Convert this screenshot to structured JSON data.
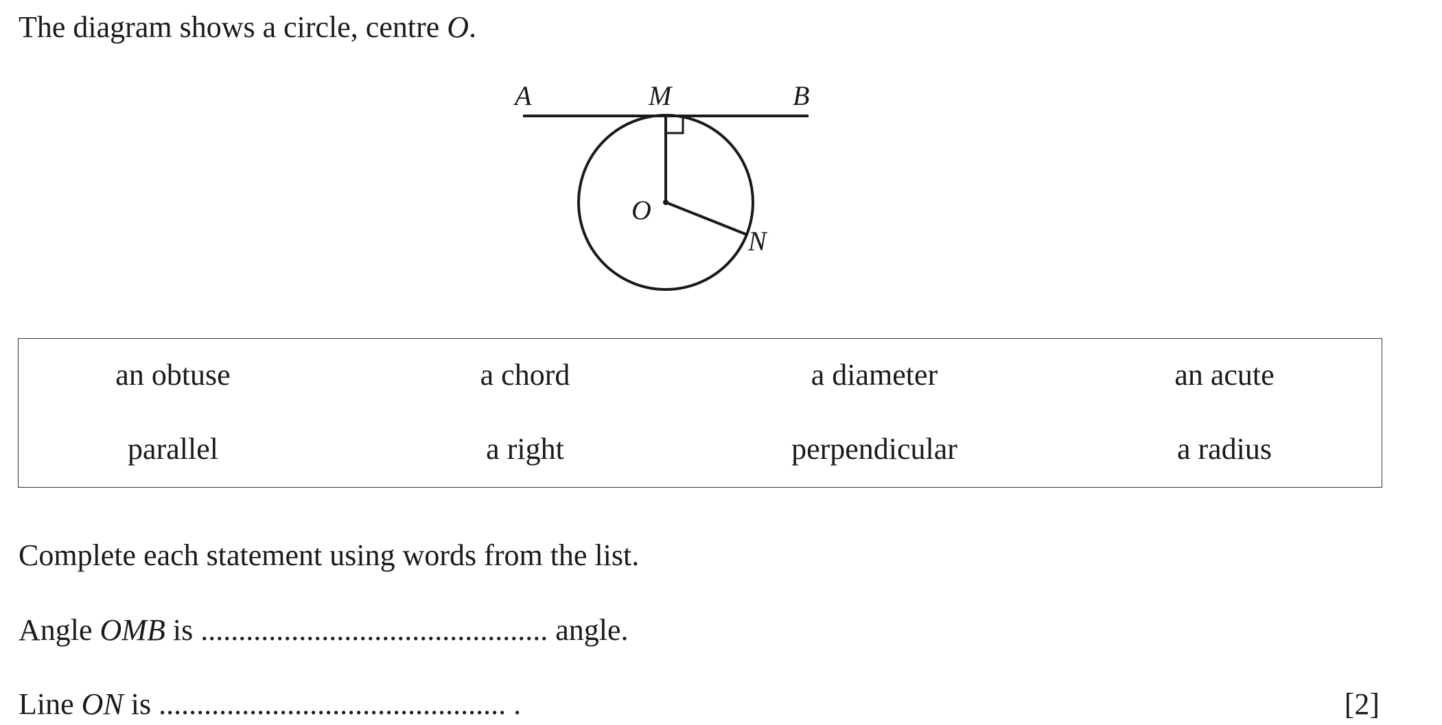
{
  "intro": {
    "text": "The diagram shows a circle, centre ",
    "centre_label": "O",
    "end": "."
  },
  "diagram": {
    "labels": {
      "A": "A",
      "M": "M",
      "B": "B",
      "O": "O",
      "N": "N"
    }
  },
  "word_list": {
    "row1": [
      "an obtuse",
      "a chord",
      "a diameter",
      "an acute"
    ],
    "row2": [
      "parallel",
      "a right",
      "perpendicular",
      "a radius"
    ]
  },
  "instruction": "Complete each statement using words from the list.",
  "statements": [
    {
      "prefix": "Angle ",
      "var": "OMB",
      "mid": " is ",
      "dots": "..............................................",
      "suffix": " angle."
    },
    {
      "prefix": "Line ",
      "var": "ON",
      "mid": " is ",
      "dots": "..............................................",
      "suffix": " ."
    }
  ],
  "marks": "[2]"
}
